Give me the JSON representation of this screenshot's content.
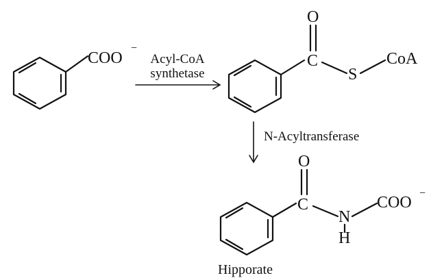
{
  "reaction": {
    "benzoate": {
      "group": "COO",
      "charge": "−"
    },
    "step1": {
      "enzyme_line1": "Acyl-CoA",
      "enzyme_line2": "synthetase"
    },
    "benzoyl_coa": {
      "carbonyl_o": "O",
      "carbon": "C",
      "sulfur": "S",
      "coa": "CoA"
    },
    "step2": {
      "enzyme": "N-Acyltransferase"
    },
    "hippurate": {
      "carbonyl_o": "O",
      "carbon": "C",
      "nitrogen": "N",
      "hydrogen": "H",
      "group": "COO",
      "charge": "−",
      "name": "Hipporate"
    }
  }
}
